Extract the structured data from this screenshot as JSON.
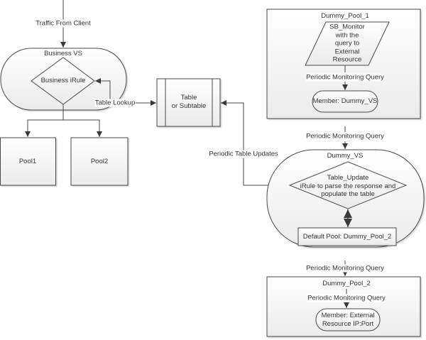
{
  "diagram": {
    "incoming_label": "Traffic From Client",
    "business_vs": {
      "title": "Business VS",
      "irule": "Business iRule"
    },
    "pools": [
      "Pool1",
      "Pool2"
    ],
    "table": {
      "line1": "Table",
      "line2": "or Subtable"
    },
    "table_lookup_label": "Table Lookup",
    "table_updates_label": "Periodic Table Updates",
    "dummy_pool_1": {
      "title": "Dummy_Pool_1",
      "monitor_lines": [
        "SB_Monitor",
        "with the",
        "query to",
        "External",
        "Resource"
      ],
      "query_label": "Periodic Monitoring Query",
      "member": "Member: Dummy_VS"
    },
    "query_label_1": "Periodic Monitoring Query",
    "dummy_vs": {
      "title": "Dummy_VS",
      "irule_lines": [
        "Table_Update",
        "iRule to parse the response and",
        "populate the table"
      ],
      "default_pool": "Default Pool: Dummy_Pool_2"
    },
    "query_label_2": "Periodic Monitoring Query",
    "dummy_pool_2": {
      "title": "Dummy_Pool_2",
      "query_label": "Periodic Monitoring Query",
      "member_lines": [
        "Member: External",
        "Resource IP:Port"
      ]
    },
    "colors": {
      "stroke": "#4a4a4a",
      "fill_top": "#ffffff",
      "fill_bottom": "#ececec",
      "text": "#333333"
    }
  }
}
